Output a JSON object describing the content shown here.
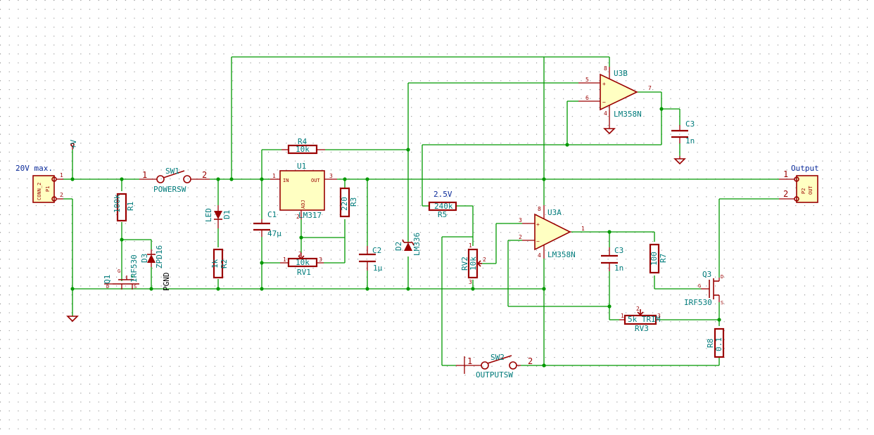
{
  "schematic": {
    "net_labels": {
      "input": "20V max.",
      "output": "Output",
      "pgnd": "PGND",
      "vplus": "+V",
      "v25": "2.5V"
    },
    "components": {
      "P1": {
        "ref": "P1",
        "value": "CONN_2",
        "pin1": "1",
        "pin2": "2"
      },
      "P2": {
        "ref": "P2",
        "value": "OUT",
        "pin1": "1",
        "pin2": "2"
      },
      "SW1": {
        "ref": "SW1",
        "value": "POWERSW",
        "pin1": "1",
        "pin2": "2"
      },
      "SW2": {
        "ref": "SW2",
        "value": "OUTPUTSW",
        "pin1": "1",
        "pin2": "2"
      },
      "R1": {
        "ref": "R1",
        "value": "100k"
      },
      "R2": {
        "ref": "R2",
        "value": "1k"
      },
      "R3": {
        "ref": "R3",
        "value": "220"
      },
      "R4": {
        "ref": "R4",
        "value": "10k"
      },
      "R5": {
        "ref": "R5",
        "value": "240k"
      },
      "R7": {
        "ref": "R7",
        "value": "100"
      },
      "R8": {
        "ref": "R8",
        "value": "0.1"
      },
      "D1": {
        "ref": "D1",
        "value": "LED"
      },
      "D2": {
        "ref": "D2",
        "value": "LM336"
      },
      "D3": {
        "ref": "D3",
        "value": "ZPD16"
      },
      "Q1": {
        "ref": "Q1",
        "value": "IRF530",
        "g": "G",
        "d": "D",
        "s": "S"
      },
      "Q3": {
        "ref": "Q3",
        "value": "IRF530",
        "g": "G",
        "d": "D",
        "s": "S"
      },
      "U1": {
        "ref": "U1",
        "value": "LM317",
        "in": "IN",
        "out": "OUT",
        "adj": "ADJ",
        "pin_in": "1",
        "pin_out": "3",
        "pin_adj": "2"
      },
      "U3A": {
        "ref": "U3A",
        "value": "LM358N",
        "pin_p": "3",
        "pin_n": "2",
        "pin_out": "1",
        "pin_v": "8",
        "pin_g": "4"
      },
      "U3B": {
        "ref": "U3B",
        "value": "LM358N",
        "pin_p": "5",
        "pin_n": "6",
        "pin_out": "7",
        "pin_v": "8",
        "pin_g": "4"
      },
      "C1": {
        "ref": "C1",
        "value": "47µ"
      },
      "C2": {
        "ref": "C2",
        "value": "1µ"
      },
      "C3a": {
        "ref": "C3",
        "value": "1n"
      },
      "C3b": {
        "ref": "C3",
        "value": "1n"
      },
      "RV1": {
        "ref": "RV1",
        "value": "10k",
        "pin1": "1",
        "pin2": "2",
        "pin3": "3"
      },
      "RV2": {
        "ref": "RV2",
        "value": "10k",
        "pin1": "1",
        "pin2": "2",
        "pin3": "3"
      },
      "RV3": {
        "ref": "RV3",
        "value": "5k TRIM",
        "pin1": "1",
        "pin2": "2",
        "pin3": "3"
      }
    }
  }
}
